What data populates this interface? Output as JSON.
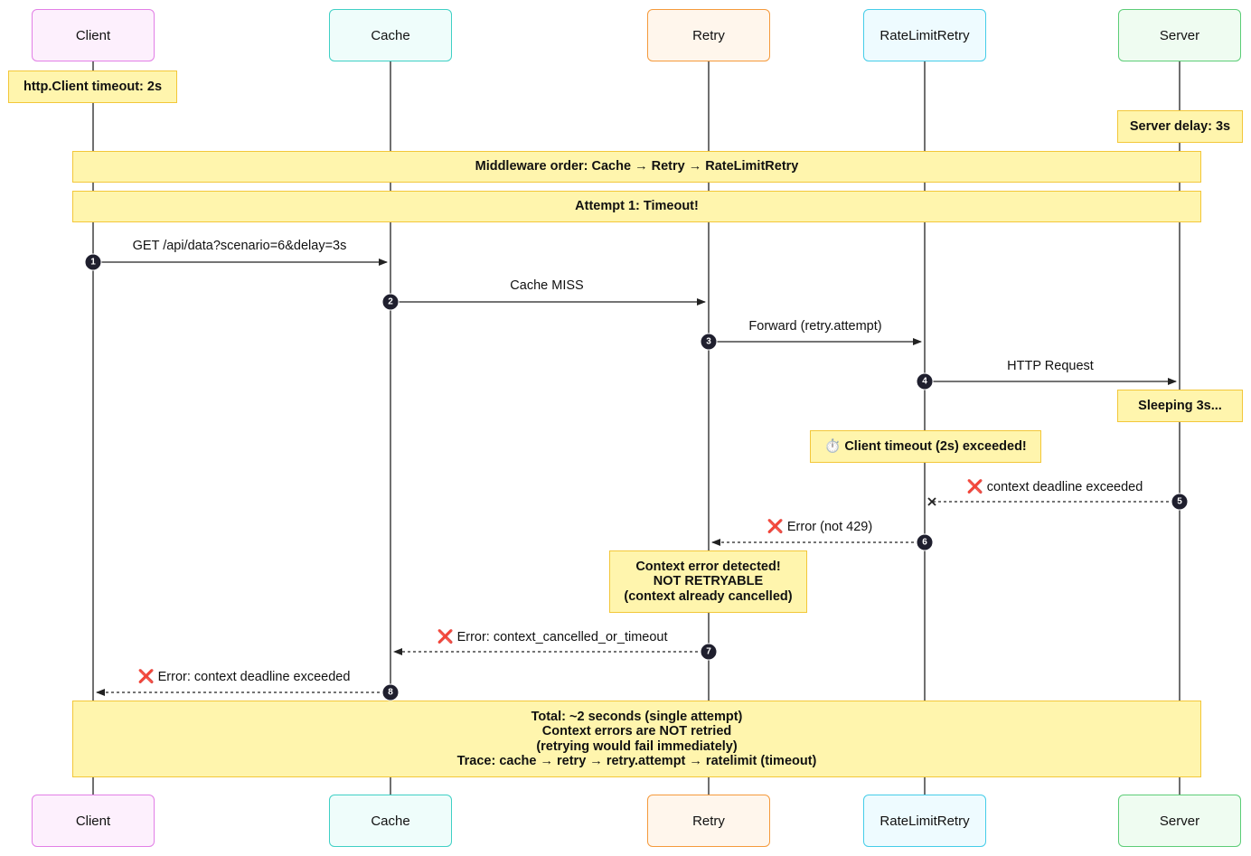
{
  "participants": [
    {
      "name": "Client",
      "bg": "#fdf0fd",
      "border": "#e27fe6"
    },
    {
      "name": "Cache",
      "bg": "#effdfb",
      "border": "#3fd0c5"
    },
    {
      "name": "Retry",
      "bg": "#fff6ec",
      "border": "#f59a3c"
    },
    {
      "name": "RateLimitRetry",
      "bg": "#eefbff",
      "border": "#45cde9"
    },
    {
      "name": "Server",
      "bg": "#effcf1",
      "border": "#5ccd77"
    }
  ],
  "notes": {
    "client_timeout": "http.Client timeout: 2s",
    "server_delay": "Server delay: 3s",
    "middleware_order": "Middleware order: Cache → Retry → RateLimitRetry",
    "attempt": "Attempt 1: Timeout!",
    "sleeping": "Sleeping 3s...",
    "client_timeout_exceeded": "⏱️ Client timeout (2s) exceeded!",
    "context_error": [
      "Context error detected!",
      "NOT RETRYABLE",
      "(context already cancelled)"
    ],
    "total": [
      "Total: ~2 seconds (single attempt)",
      "Context errors are NOT retried",
      "(retrying would fail immediately)",
      "Trace: cache → retry → retry.attempt → ratelimit (timeout)"
    ]
  },
  "messages": [
    {
      "step": "1",
      "label": "GET /api/data?scenario=6&delay=3s",
      "error": false
    },
    {
      "step": "2",
      "label": "Cache MISS",
      "error": false
    },
    {
      "step": "3",
      "label": "Forward (retry.attempt)",
      "error": false
    },
    {
      "step": "4",
      "label": "HTTP Request",
      "error": false
    },
    {
      "step": "5",
      "label": "context deadline exceeded",
      "error": true
    },
    {
      "step": "6",
      "label": "Error (not 429)",
      "error": true
    },
    {
      "step": "7",
      "label": "Error: context_cancelled_or_timeout",
      "error": true
    },
    {
      "step": "8",
      "label": "Error: context deadline exceeded",
      "error": true
    }
  ],
  "error_icon": "cross-mark-icon",
  "error_icon_glyph": "❌"
}
